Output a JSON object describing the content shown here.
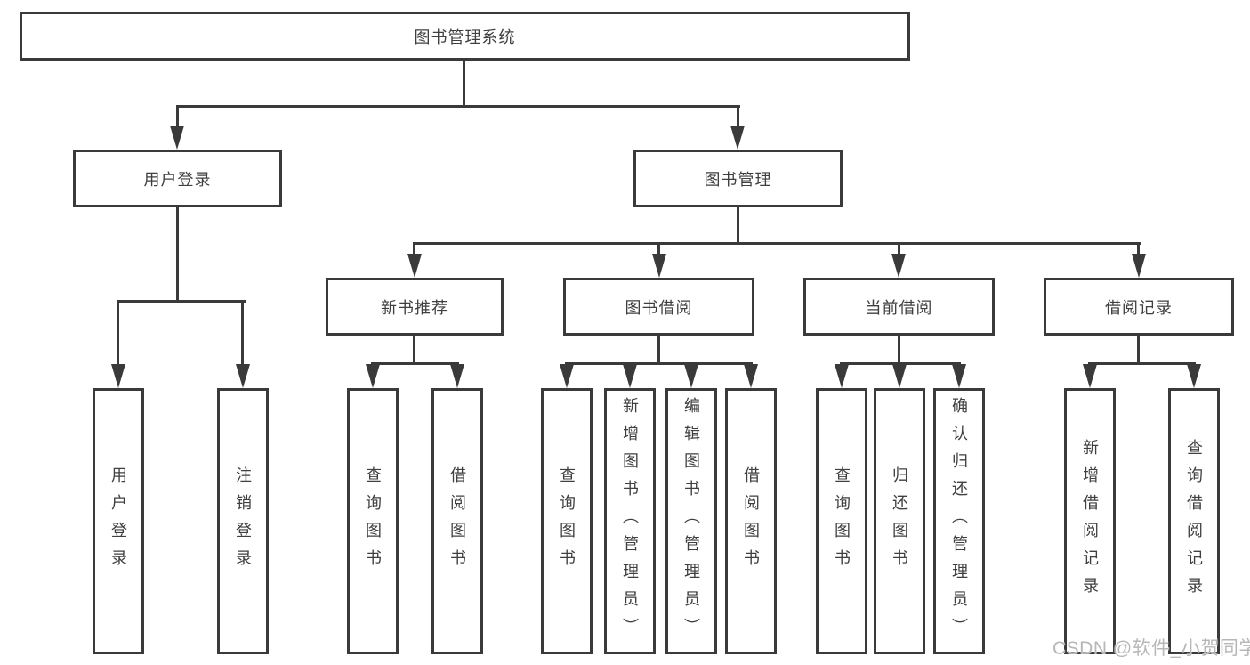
{
  "diagram": {
    "root": {
      "label": "图书管理系统",
      "children": [
        {
          "label": "用户登录",
          "children": [
            {
              "label": "用户登录"
            },
            {
              "label": "注销登录"
            }
          ]
        },
        {
          "label": "图书管理",
          "children": [
            {
              "label": "新书推荐",
              "children": [
                {
                  "label": "查询图书"
                },
                {
                  "label": "借阅图书"
                }
              ]
            },
            {
              "label": "图书借阅",
              "children": [
                {
                  "label": "查询图书"
                },
                {
                  "label": "新增图书（管理员）"
                },
                {
                  "label": "编辑图书（管理员）"
                },
                {
                  "label": "借阅图书"
                }
              ]
            },
            {
              "label": "当前借阅",
              "children": [
                {
                  "label": "查询图书"
                },
                {
                  "label": "归还图书"
                },
                {
                  "label": "确认归还（管理员）"
                }
              ]
            },
            {
              "label": "借阅记录",
              "children": [
                {
                  "label": "新增借阅记录"
                },
                {
                  "label": "查询借阅记录"
                }
              ]
            }
          ]
        }
      ]
    }
  },
  "watermark": {
    "text": "CSDN @软件_小贺同学"
  },
  "colors": {
    "line": "#3a3a3a",
    "text": "#3f3f3f",
    "background": "#ffffff",
    "watermark": "#b7b7b7"
  }
}
